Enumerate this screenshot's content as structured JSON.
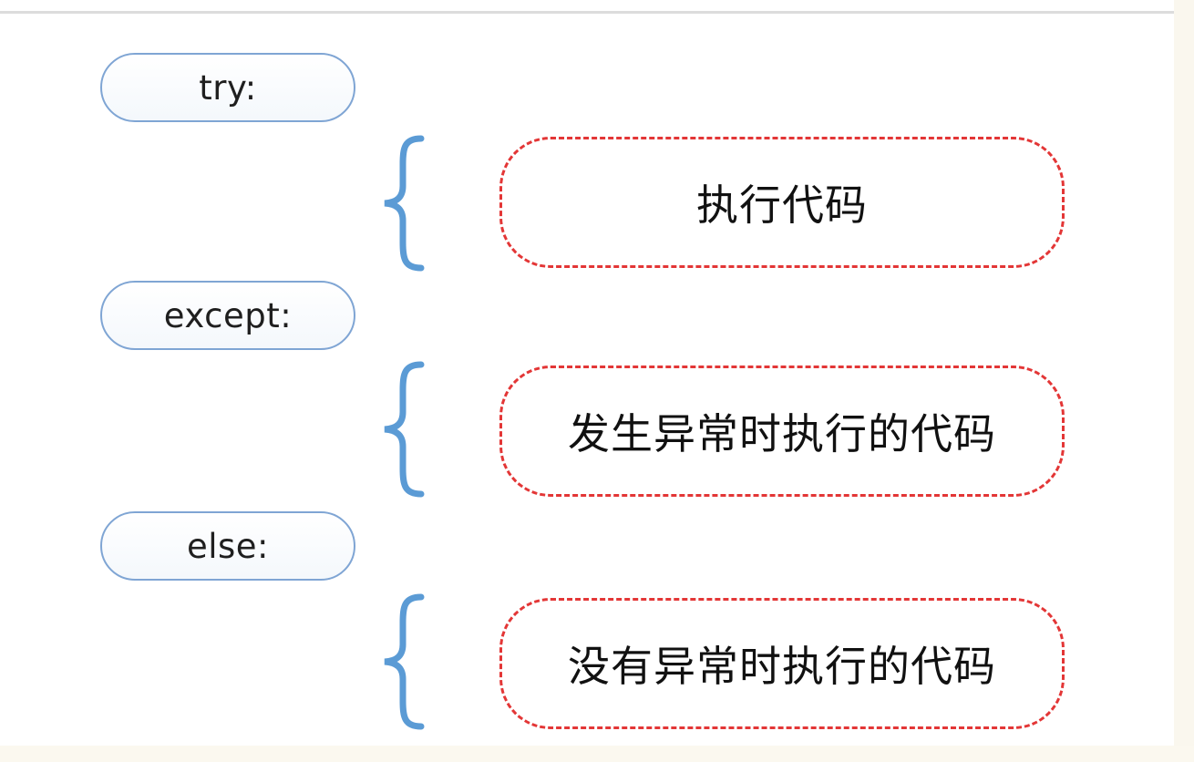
{
  "blocks": [
    {
      "keyword": "try:",
      "description": "执行代码"
    },
    {
      "keyword": "except:",
      "description": "发生异常时执行的代码"
    },
    {
      "keyword": "else:",
      "description": "没有异常时执行的代码"
    }
  ],
  "colors": {
    "pill_border": "#7fa5d4",
    "brace": "#5b9bd5",
    "dashed_border": "#e33636",
    "text": "#111111"
  }
}
